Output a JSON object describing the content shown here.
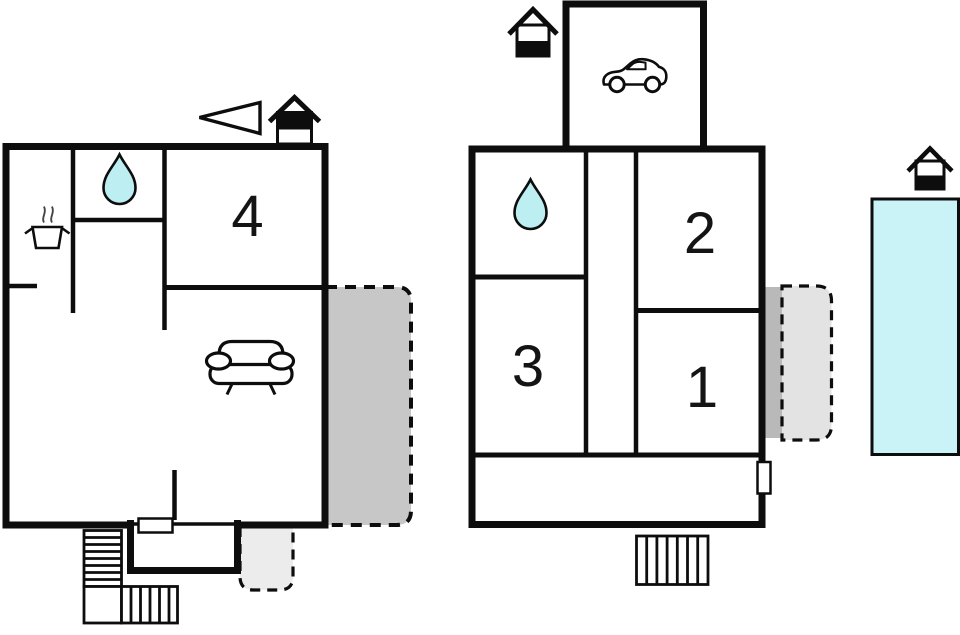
{
  "plan": {
    "upper_floor": {
      "marker_icon": "house-icon-roof-black-top",
      "rooms": [
        {
          "label": "4"
        }
      ],
      "icons": [
        "north-arrow-icon",
        "cooking-pot-icon",
        "water-drop-icon",
        "sofa-icon"
      ],
      "features": [
        "exterior-stairs",
        "main-terrace",
        "entry-patio",
        "entry-door"
      ]
    },
    "ground_floor": {
      "marker_icon": "house-icon-roof-black-bottom",
      "rooms": [
        {
          "label": "1"
        },
        {
          "label": "2"
        },
        {
          "label": "3"
        }
      ],
      "icons": [
        "car-icon",
        "water-drop-icon"
      ],
      "features": [
        "carport",
        "exterior-stairs",
        "side-terrace",
        "side-door",
        "hallway"
      ]
    },
    "outdoor": {
      "marker_icon": "house-icon-roof-black-bottom",
      "features": [
        "swimming-pool"
      ]
    }
  },
  "colors": {
    "wall": "#0d0d0d",
    "water_drop": "#bdeef2",
    "pool_water": "#c9f3f6",
    "terrace_main": "#c7c7c7",
    "terrace_step": "#b9b9b9",
    "terrace_ground": "#e3e3e3",
    "entry_patio": "#ececec"
  }
}
